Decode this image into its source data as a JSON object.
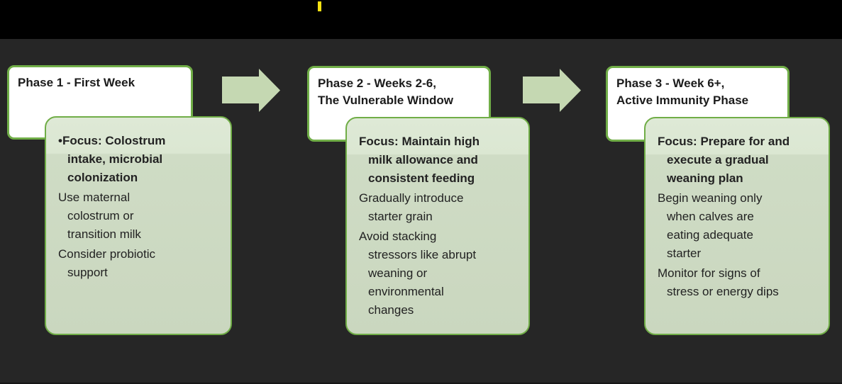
{
  "colors": {
    "background": "#262626",
    "topbar": "#000000",
    "caret": "#f6e112",
    "arrow": "#c5d8b2",
    "box_border": "#70ad47",
    "header_bg": "#ffffff",
    "body_bg_top": "#dee9d6",
    "body_bg_bottom": "#cad7bf"
  },
  "diagram": {
    "phases": [
      {
        "title": "Phase 1 - First Week",
        "focus": "•Focus: Colostrum\nintake, microbial\ncolonization",
        "points": [
          "Use maternal\ncolostrum or\ntransition milk",
          "Consider probiotic\nsupport"
        ]
      },
      {
        "title": "Phase 2 - Weeks 2-6,\nThe Vulnerable Window",
        "focus": "Focus: Maintain high\nmilk allowance and\nconsistent feeding",
        "points": [
          "Gradually introduce\nstarter grain",
          "Avoid stacking\nstressors like abrupt\nweaning or\nenvironmental\nchanges"
        ]
      },
      {
        "title": "Phase 3 - Week 6+,\nActive Immunity Phase",
        "focus": "Focus: Prepare for and\nexecute a gradual\nweaning plan",
        "points": [
          "Begin weaning only\nwhen calves are\neating adequate\nstarter",
          "Monitor for signs of\nstress or energy dips"
        ]
      }
    ]
  }
}
